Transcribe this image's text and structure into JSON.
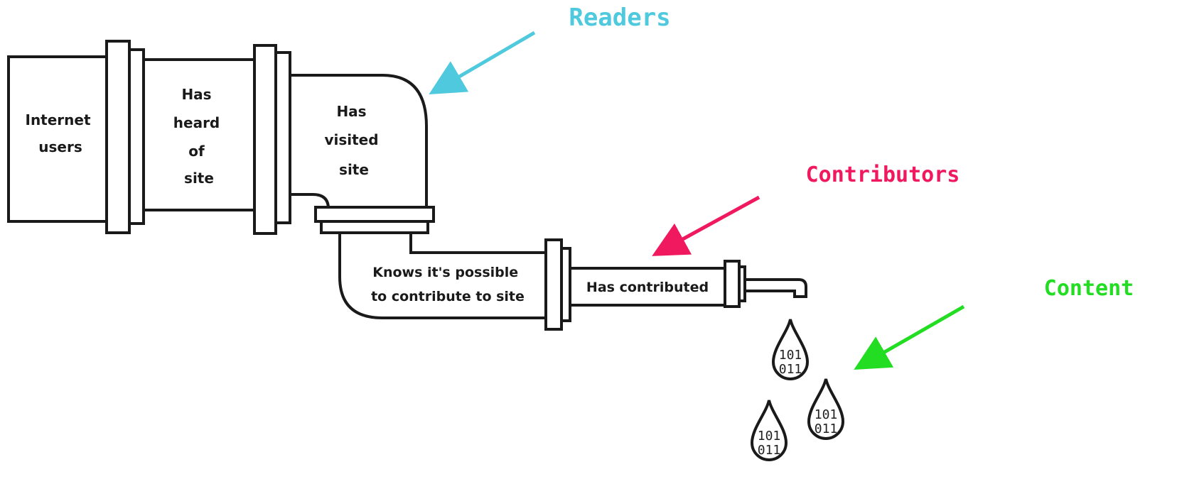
{
  "pipeline": {
    "segments": [
      {
        "lines": [
          "Internet",
          "users"
        ]
      },
      {
        "lines": [
          "Has",
          "heard",
          "of",
          "site"
        ]
      },
      {
        "lines": [
          "Has",
          "visited",
          "site"
        ]
      },
      {
        "lines": [
          "Knows it's possible",
          "to contribute to site"
        ]
      },
      {
        "lines": [
          "Has contributed"
        ]
      }
    ]
  },
  "callouts": {
    "readers": {
      "text": "Readers",
      "color": "#4ec9de"
    },
    "contributors": {
      "text": "Contributors",
      "color": "#f0185f"
    },
    "content": {
      "text": "Content",
      "color": "#22dd22"
    }
  },
  "drops": {
    "bits_top": "101",
    "bits_bottom": "011"
  }
}
